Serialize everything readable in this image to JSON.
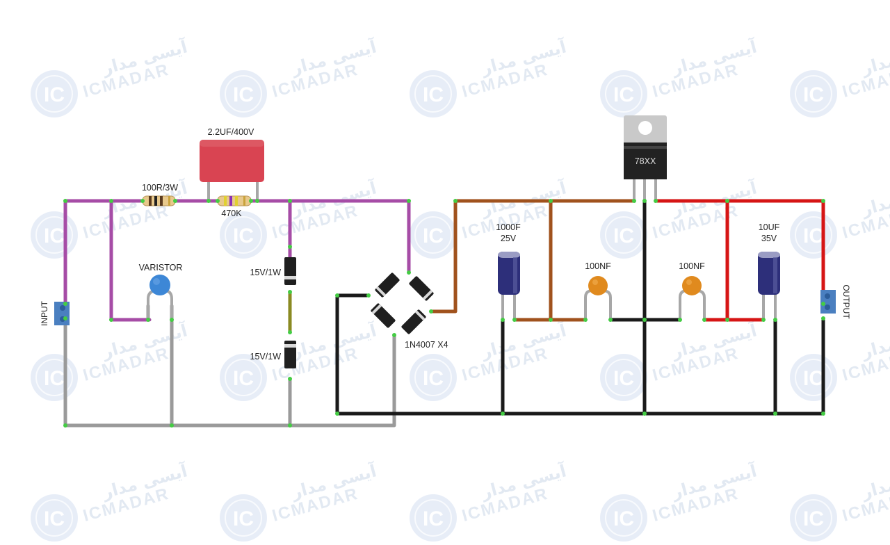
{
  "watermark": {
    "brand": "ICMADAR",
    "brand_fa": "آیسی مدار",
    "logo": "IC"
  },
  "labels": {
    "film_cap": "2.2UF/400V",
    "resistor_1": "100R/3W",
    "resistor_2": "470K",
    "varistor": "VARISTOR",
    "zener_1": "15V/1W",
    "zener_2": "15V/1W",
    "bridge": "1N4007 X4",
    "regulator": "78XX",
    "cap_1000_value": "1000F",
    "cap_1000_voltage": "25V",
    "cap_100nf_1": "100NF",
    "cap_100nf_2": "100NF",
    "cap_10uf_value": "10UF",
    "cap_10uf_voltage": "35V",
    "input": "INPUT",
    "output": "OUTPUT"
  },
  "colors": {
    "ac_wire": "#a64ca6",
    "neutral_wire": "#9a9a9a",
    "dc_raw_wire": "#a0521d",
    "ground_wire": "#1a1a1a",
    "output_wire": "#d61515",
    "zener_link": "#8a8a22",
    "film_cap": "#d94452",
    "varistor": "#3d87d6",
    "ceramic_cap": "#e08a1e",
    "electrolytic_cap": "#2d2f7a",
    "terminal": "#4a7fc0"
  }
}
